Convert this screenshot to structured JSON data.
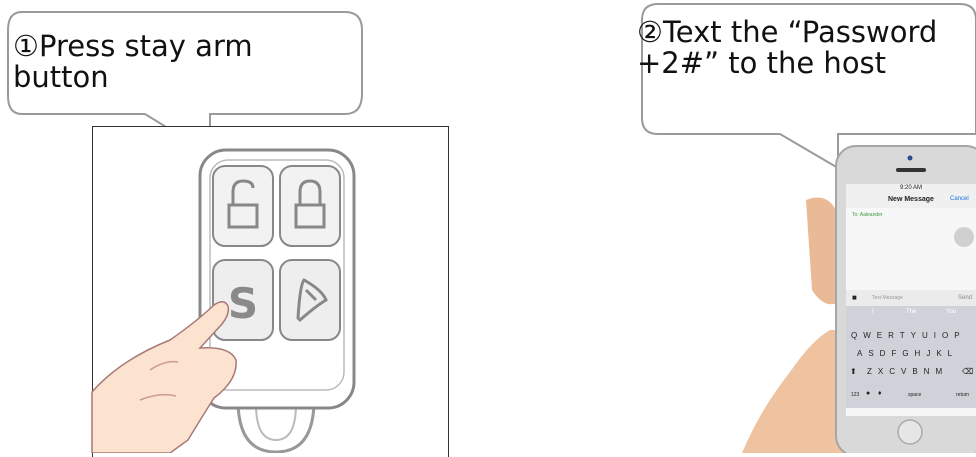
{
  "step1": {
    "number": "①",
    "text": "Press stay arm button"
  },
  "step2": {
    "number": "②",
    "text": "Text the “Password +2#” to the host"
  },
  "remote": {
    "buttons": [
      "unlock-icon",
      "lock-icon",
      "stay-s-icon",
      "panic-icon"
    ],
    "stay_label": "S"
  },
  "phone": {
    "time": "9:20 AM",
    "title": "New Message",
    "cancel": "Cancel",
    "to": "To: Aaleander",
    "placeholder": "Text Message",
    "send": "Send",
    "suggestions": [
      "I",
      "The",
      "You"
    ],
    "row1": "QWERTYUIOP",
    "row2": "ASDFGHJKL",
    "row3": "ZXCVBNM",
    "num_key": "123",
    "space_key": "space",
    "return_key": "return"
  },
  "colors": {
    "outline": "#888888",
    "skin": "#f2c9a8",
    "phone_body": "#d9d9d9",
    "keyboard": "#cfd3d9"
  }
}
